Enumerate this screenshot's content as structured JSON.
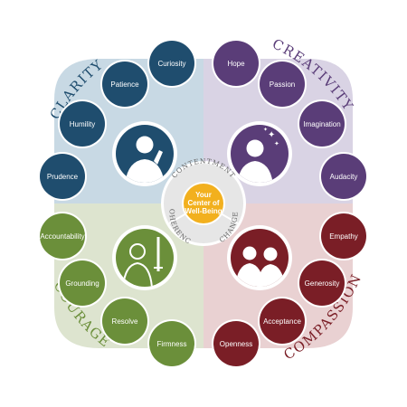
{
  "colors": {
    "clarity": "#1f4d6e",
    "clarity_bg": "#c8d9e4",
    "creativity": "#5a3d78",
    "creativity_bg": "#d9d3e4",
    "courage": "#6b8f3a",
    "courage_bg": "#dde4cf",
    "compassion": "#7a1e26",
    "compassion_bg": "#e9d1d2",
    "core": "#f2b01e",
    "ring": "#e6e6e6"
  },
  "quadrants": {
    "clarity": {
      "title": "CLARITY",
      "icon": "thinking-person-icon",
      "traits": [
        "Curiosity",
        "Patience",
        "Humility",
        "Prudence"
      ]
    },
    "creativity": {
      "title": "CREATIVITY",
      "icon": "person-with-stars-icon",
      "traits": [
        "Hope",
        "Passion",
        "Imagination",
        "Audacity"
      ]
    },
    "courage": {
      "title": "COURAGE",
      "icon": "person-with-sword-icon",
      "traits": [
        "Accountability",
        "Grounding",
        "Resolve",
        "Firmness"
      ]
    },
    "compassion": {
      "title": "COMPASSION",
      "icon": "two-people-icon",
      "traits": [
        "Empathy",
        "Generosity",
        "Acceptance",
        "Openness"
      ]
    }
  },
  "ring_labels": {
    "top": "CONTENTMENT",
    "right": "CHANGE",
    "left": "COHERENCE"
  },
  "core": {
    "line1": "Your",
    "line2": "Center of",
    "line3": "Well-Being"
  }
}
